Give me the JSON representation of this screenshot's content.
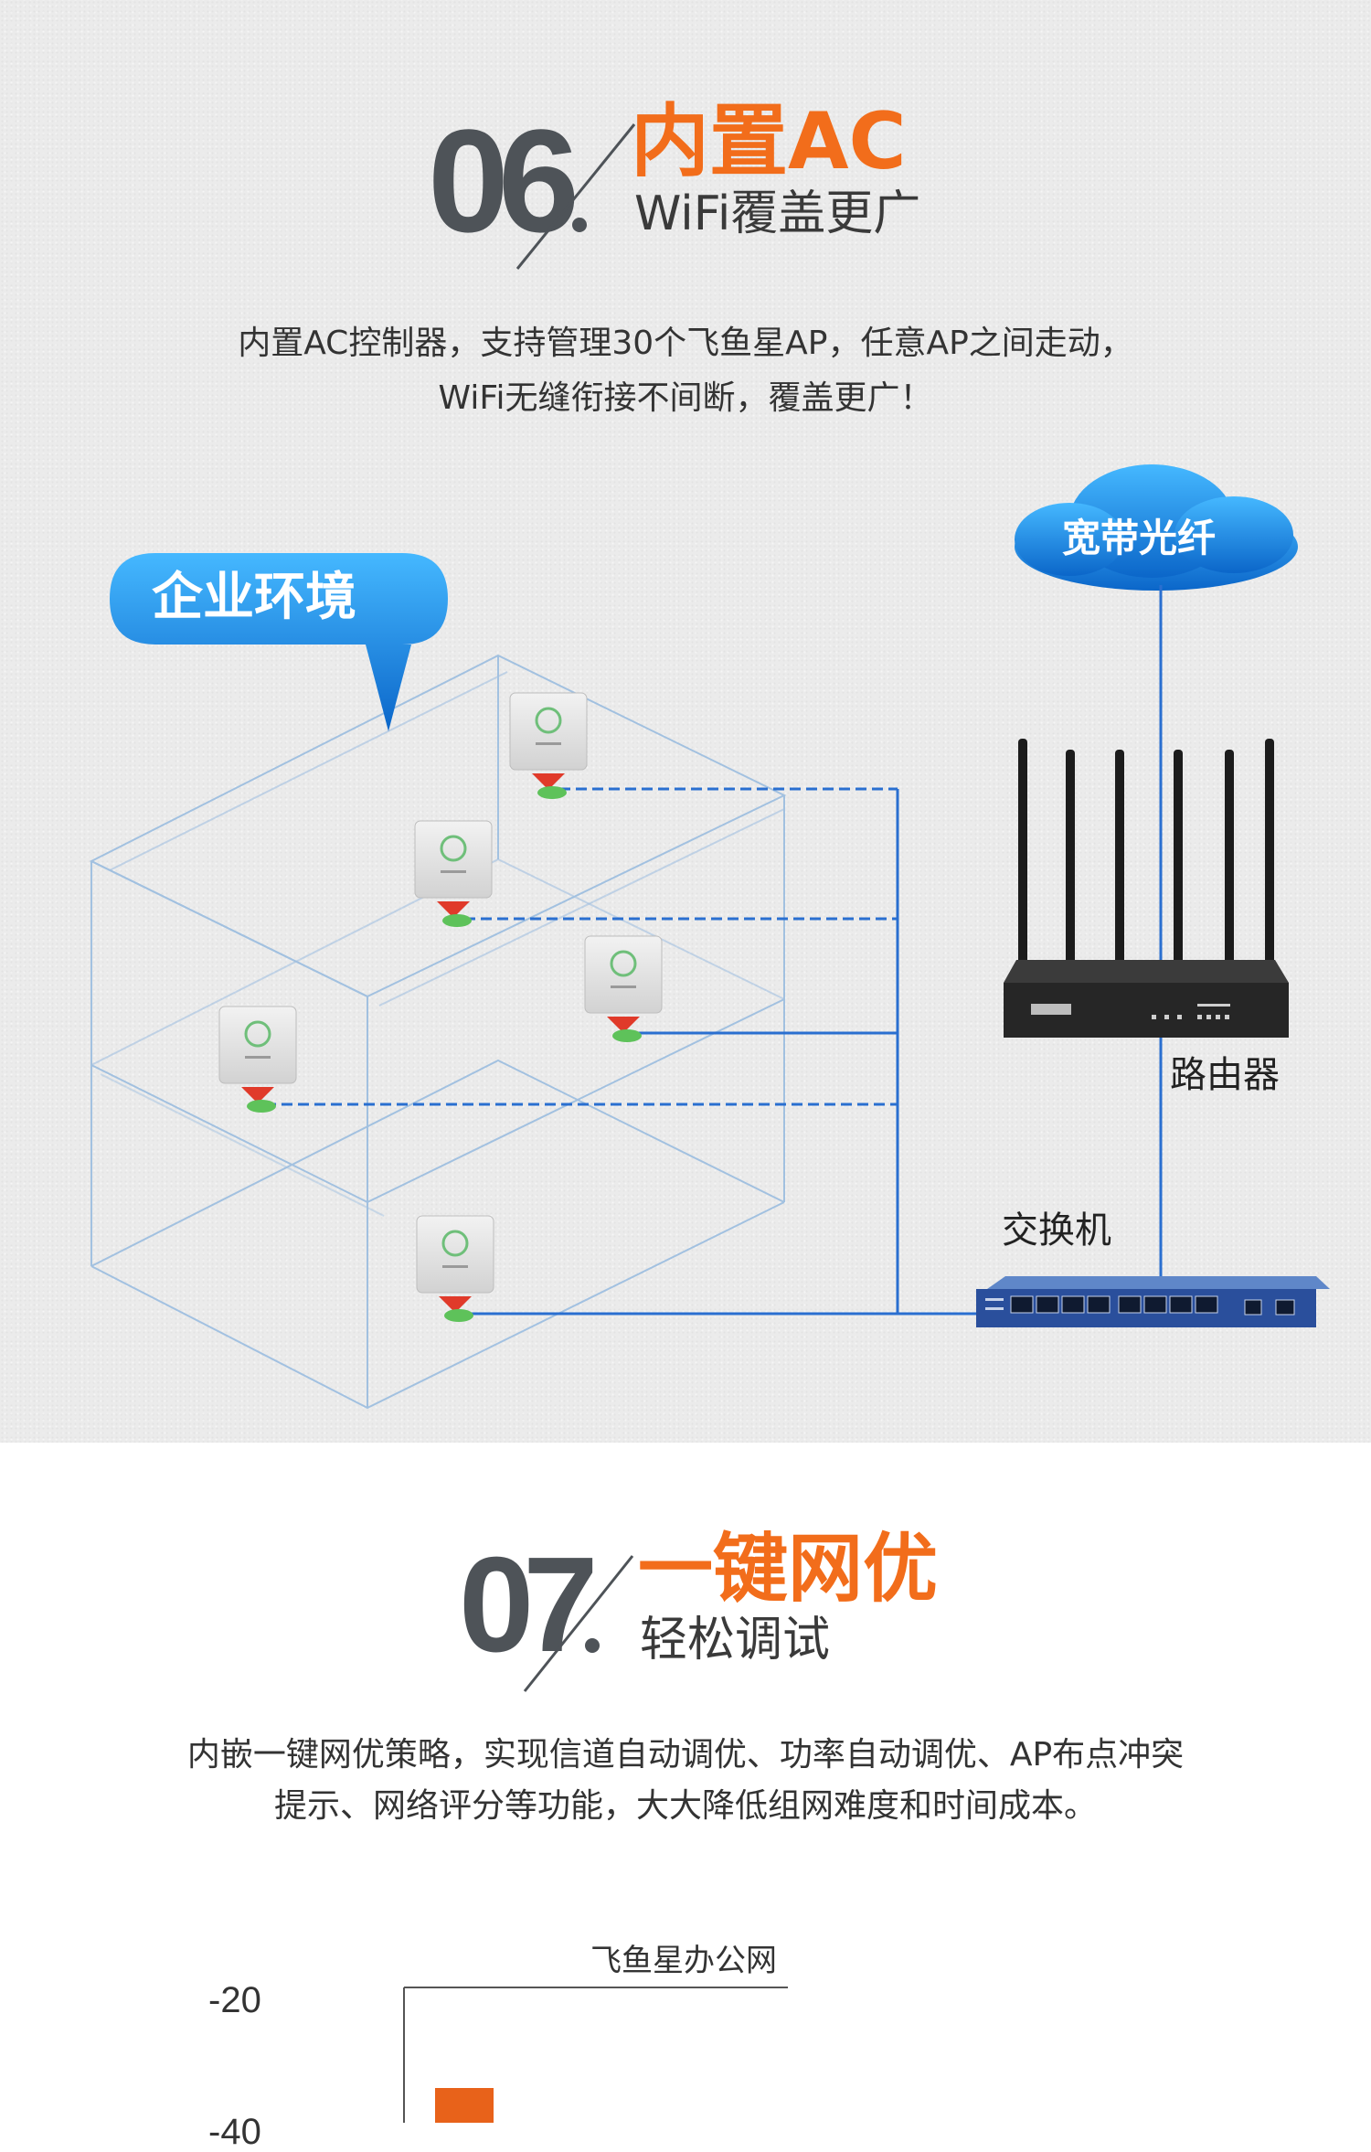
{
  "section1": {
    "number": "06",
    "title_main": "内置AC",
    "title_sub": "WiFi覆盖更广",
    "desc_line1": "内置AC控制器，支持管理30个飞鱼星AP，任意AP之间走动，",
    "desc_line2": "WiFi无缝衔接不间断，覆盖更广！",
    "bubble_label": "企业环境",
    "cloud_label": "宽带光纤",
    "router_label": "路由器",
    "switch_label": "交换机"
  },
  "section2": {
    "number": "07",
    "title_main": "一键网优",
    "title_sub": "轻松调试",
    "desc_line1": "内嵌一键网优策略，实现信道自动调优、功率自动调优、AP布点冲突",
    "desc_line2": "提示、网络评分等功能，大大降低组网难度和时间成本。"
  },
  "chart_data": {
    "type": "bar",
    "title": "飞鱼星办公网",
    "yticks": [
      "-20",
      "-40"
    ],
    "colors": {
      "bar": "#e8621a"
    }
  },
  "colors": {
    "accent": "#f26d1b",
    "number_gray": "#4e5358",
    "blue": "#1a78d6",
    "link_blue": "#2a6fd0"
  }
}
